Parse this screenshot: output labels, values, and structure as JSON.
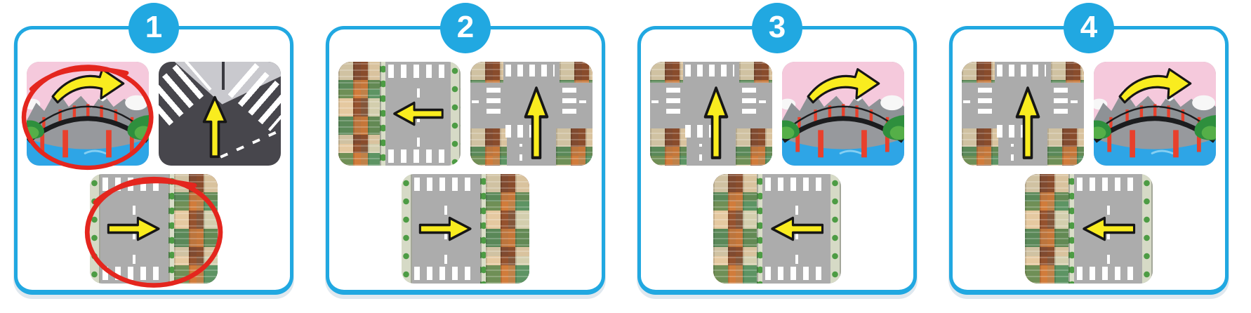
{
  "colors": {
    "accent_blue": "#21A8E1",
    "annotation_red": "#E4261E",
    "arrow_yellow": "#F9EC1F",
    "sky_pink": "#F5C9DC",
    "water_blue": "#2EA5E6",
    "road_gray": "#ABABAB",
    "dark_road_gray": "#47464C",
    "bridge_post_red": "#E8402C"
  },
  "panels": [
    {
      "number": "1",
      "tiles": [
        {
          "name": "bridge-scene",
          "type": "bridge",
          "arrow": "curve-right",
          "circled": true
        },
        {
          "name": "dark-y-junction",
          "type": "dark-junction",
          "arrow": "up",
          "circled": false
        },
        {
          "name": "city-street",
          "type": "street-right",
          "arrow": "right",
          "circled": true
        }
      ]
    },
    {
      "number": "2",
      "tiles": [
        {
          "name": "city-street",
          "type": "street-left",
          "arrow": "left",
          "circled": false
        },
        {
          "name": "crossroads-intersection",
          "type": "crossroads",
          "arrow": "up",
          "circled": false
        },
        {
          "name": "city-street",
          "type": "street-right",
          "arrow": "right",
          "circled": false
        }
      ]
    },
    {
      "number": "3",
      "tiles": [
        {
          "name": "crossroads-intersection",
          "type": "crossroads",
          "arrow": "up",
          "circled": false
        },
        {
          "name": "bridge-scene",
          "type": "bridge",
          "arrow": "curve-right",
          "circled": false
        },
        {
          "name": "city-street",
          "type": "street-left",
          "arrow": "left",
          "circled": false
        }
      ]
    },
    {
      "number": "4",
      "tiles": [
        {
          "name": "crossroads-intersection",
          "type": "crossroads",
          "arrow": "up",
          "circled": false
        },
        {
          "name": "bridge-scene",
          "type": "bridge",
          "arrow": "curve-right",
          "circled": false
        },
        {
          "name": "city-street",
          "type": "street-left",
          "arrow": "left",
          "circled": false
        }
      ]
    }
  ]
}
